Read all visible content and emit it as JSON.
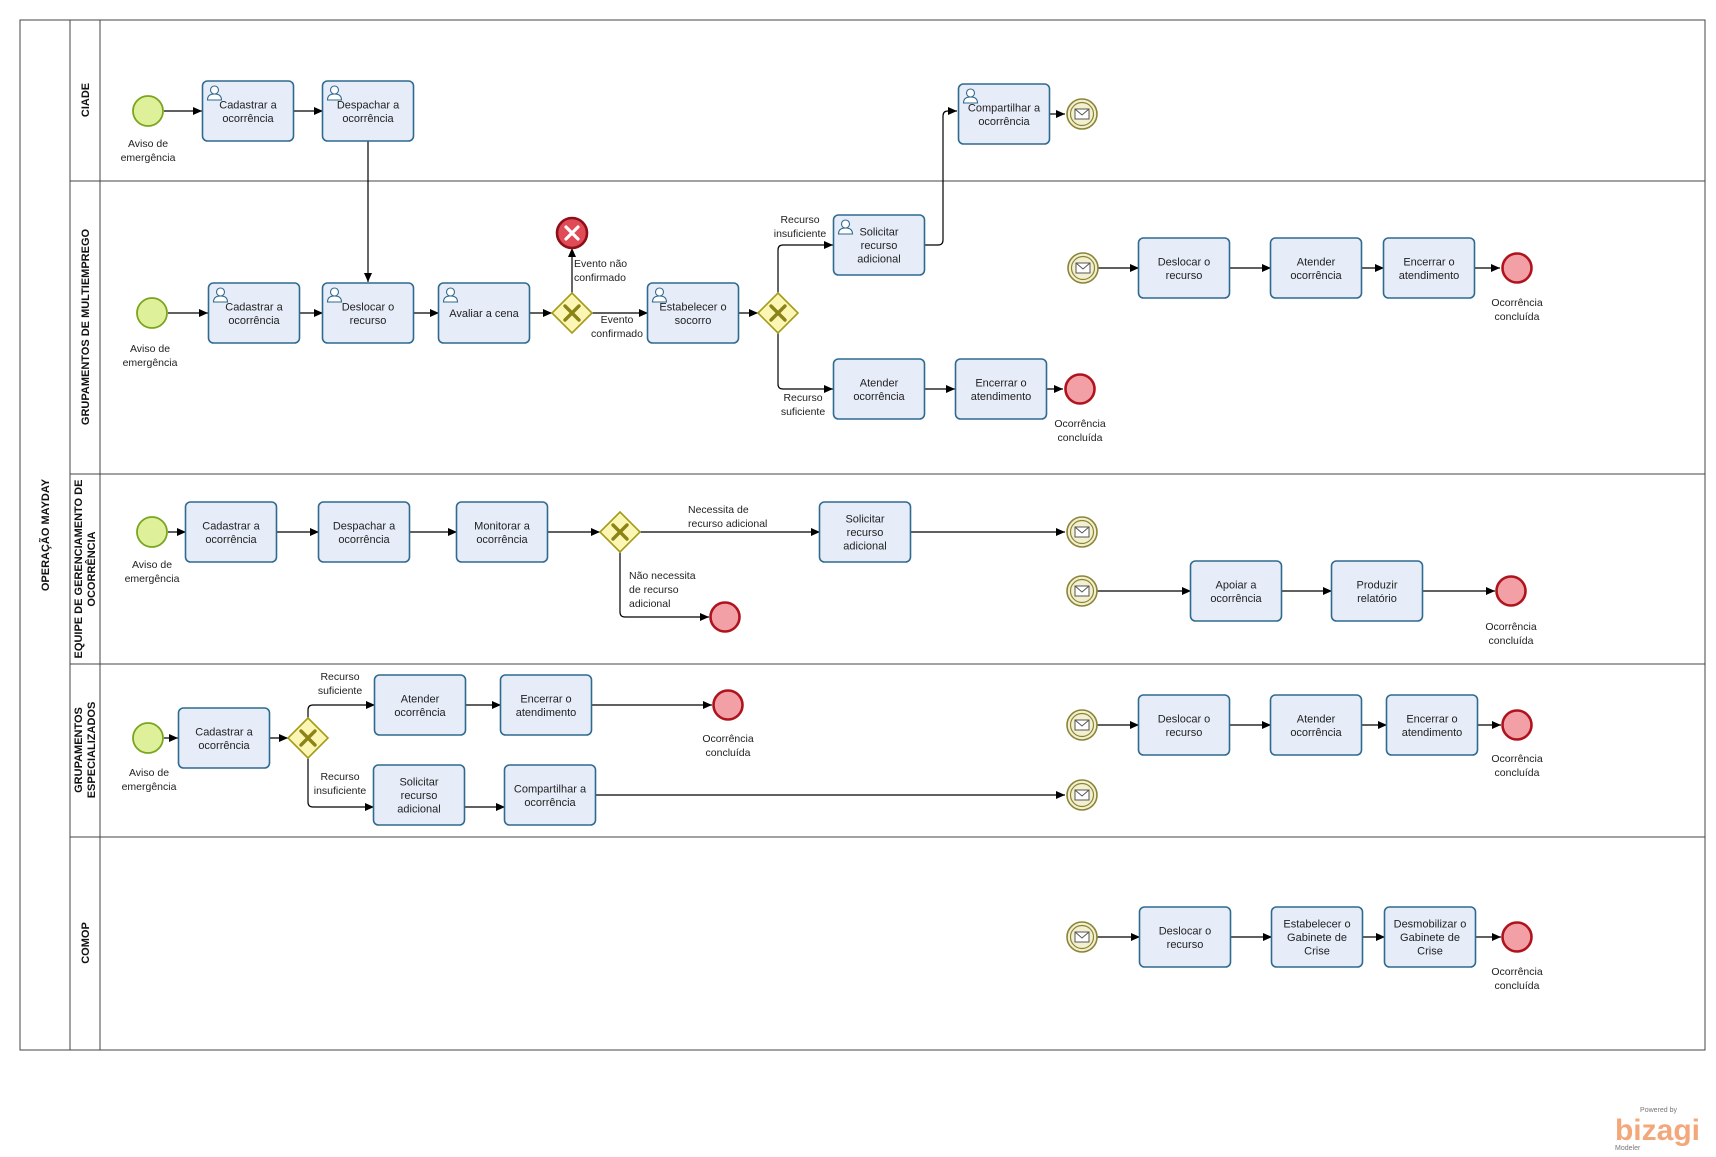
{
  "pool": {
    "title": "OPERAÇÃO MAYDAY"
  },
  "lanes": {
    "ciade": "CIADE",
    "multi": "GRUPAMENTOS DE MULTIEMPREGO",
    "equipe_1": "EQUIPE DE GERENCIAMENTO DE",
    "equipe_2": "OCORRÊNCIA",
    "esp_1": "GRUPAMENTOS",
    "esp_2": "ESPECIALIZADOS",
    "comop": "COMOP"
  },
  "tasks": {
    "c_cad": [
      "Cadastrar a",
      "ocorrência"
    ],
    "c_desp": [
      "Despachar a",
      "ocorrência"
    ],
    "c_comp": [
      "Compartilhar a",
      "ocorrência"
    ],
    "m_cad": [
      "Cadastrar a",
      "ocorrência"
    ],
    "m_desl": [
      "Deslocar o",
      "recurso"
    ],
    "m_aval": [
      "Avaliar a cena"
    ],
    "m_estab": [
      "Estabelecer o",
      "socorro"
    ],
    "m_solic": [
      "Solicitar",
      "recurso",
      "adicional"
    ],
    "m_atend": [
      "Atender",
      "ocorrência"
    ],
    "m_enc": [
      "Encerrar o",
      "atendimento"
    ],
    "m_desl2": [
      "Deslocar o",
      "recurso"
    ],
    "m_atend2": [
      "Atender",
      "ocorrência"
    ],
    "m_enc2": [
      "Encerrar o",
      "atendimento"
    ],
    "e_cad": [
      "Cadastrar a",
      "ocorrência"
    ],
    "e_desp": [
      "Despachar a",
      "ocorrência"
    ],
    "e_mon": [
      "Monitorar a",
      "ocorrência"
    ],
    "e_solic": [
      "Solicitar",
      "recurso",
      "adicional"
    ],
    "e_apoiar": [
      "Apoiar a",
      "ocorrência"
    ],
    "e_prod": [
      "Produzir",
      "relatório"
    ],
    "g_cad": [
      "Cadastrar a",
      "ocorrência"
    ],
    "g_atend": [
      "Atender",
      "ocorrência"
    ],
    "g_enc": [
      "Encerrar o",
      "atendimento"
    ],
    "g_solic": [
      "Solicitar",
      "recurso",
      "adicional"
    ],
    "g_comp": [
      "Compartilhar a",
      "ocorrência"
    ],
    "g_desl2": [
      "Deslocar o",
      "recurso"
    ],
    "g_atend2": [
      "Atender",
      "ocorrência"
    ],
    "g_enc2": [
      "Encerrar o",
      "atendimento"
    ],
    "o_desl": [
      "Deslocar o",
      "recurso"
    ],
    "o_estab": [
      "Estabelecer o",
      "Gabinete de",
      "Crise"
    ],
    "o_desm": [
      "Desmobilizar o",
      "Gabinete de",
      "Crise"
    ]
  },
  "event_labels": {
    "c_start": [
      "Aviso de",
      "emergência"
    ],
    "m_start": [
      "Aviso de",
      "emergência"
    ],
    "m_end1": [
      "Ocorrência",
      "concluída"
    ],
    "m_end2": [
      "Ocorrência",
      "concluída"
    ],
    "e_start": [
      "Aviso de",
      "emergência"
    ],
    "e_end2": [
      "Ocorrência",
      "concluída"
    ],
    "g_start": [
      "Aviso de",
      "emergência"
    ],
    "g_end1": [
      "Ocorrência",
      "concluída"
    ],
    "g_end2": [
      "Ocorrência",
      "concluída"
    ],
    "o_end": [
      "Ocorrência",
      "concluída"
    ]
  },
  "flow_labels": {
    "m_nao_conf": [
      "Evento não",
      "confirmado"
    ],
    "m_conf": [
      "Evento",
      "confirmado"
    ],
    "m_insuf": [
      "Recurso",
      "insuficiente"
    ],
    "m_suf": [
      "Recurso",
      "suficiente"
    ],
    "e_nec": [
      "Necessita de",
      "recurso adicional"
    ],
    "e_nao_nec": [
      "Não necessita",
      "de recurso",
      "adicional"
    ],
    "g_suf": [
      "Recurso",
      "suficiente"
    ],
    "g_insuf": [
      "Recurso",
      "insuficiente"
    ]
  },
  "branding": {
    "powered_by": "Powered by",
    "logo": "bizagi",
    "product": "Modeler"
  },
  "colors": {
    "task_fill": "#e6ecf8",
    "task_stroke": "#2f6a8f",
    "start_fill": "#dff09a",
    "end_fill": "#f2a0a6",
    "end_stroke": "#b0131d",
    "gateway_fill": "#fbf6b3",
    "message_fill": "#f3f0d0",
    "error_fill": "#e14b57"
  }
}
